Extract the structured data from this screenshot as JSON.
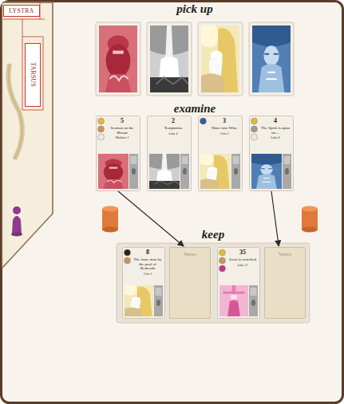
{
  "diagram": {
    "nodes": [
      {
        "text": [
          "LYSTRA"
        ]
      },
      {
        "text": [
          "TARSUS"
        ]
      },
      {
        "text": [
          "5",
          "Sermon on the Mount",
          "Matthew 5"
        ]
      },
      {
        "text": [
          "2",
          "Temptation",
          "Luke 4"
        ]
      },
      {
        "text": [
          "3",
          "Water into Wine",
          "John 2"
        ]
      },
      {
        "text": [
          "4",
          "The Spirit is upon me...",
          "Luke 4"
        ]
      },
      {
        "text": [
          "8",
          "The lame man by the pool of Bethesda",
          "John 5"
        ]
      },
      {
        "text": [
          "Verso"
        ]
      },
      {
        "text": [
          "35",
          "Jesus is crucified",
          "Luke 23"
        ]
      },
      {
        "text": [
          "Verso"
        ]
      }
    ],
    "edges": [
      {
        "from": 2,
        "to": 7,
        "arrow": "to"
      },
      {
        "from": 5,
        "to": 9,
        "arrow": "to"
      }
    ],
    "labels": [
      "pick up",
      "examine",
      "keep"
    ]
  }
}
